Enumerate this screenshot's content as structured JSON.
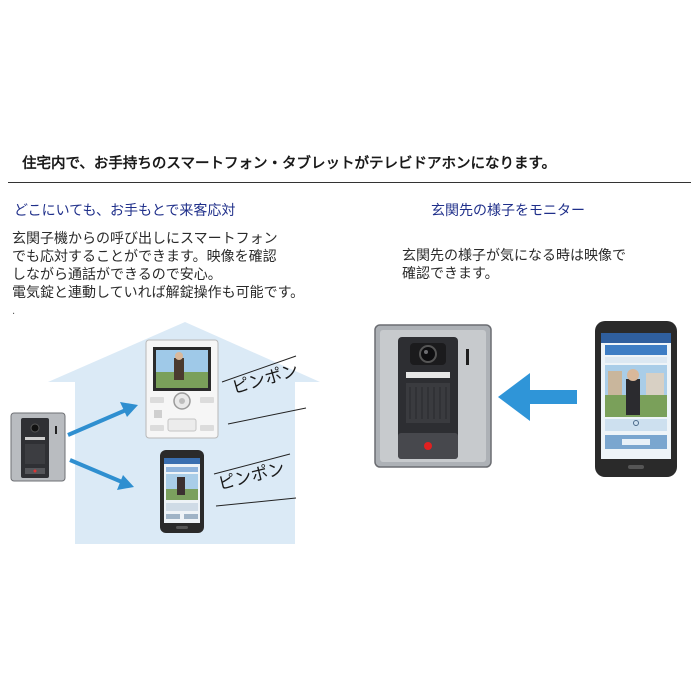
{
  "headline": "住宅内で、お手持ちのスマートフォン・タブレットがテレビドアホンになります。",
  "left": {
    "title": "どこにいても、お手もとで来客応対",
    "lines": [
      "玄関子機からの呼び出しにスマートフォン",
      "でも応対することができます。映像を確認",
      "しながら通話ができるので安心。",
      "電気錠と連動していれば解錠操作も可能です。"
    ],
    "note_mark": ".",
    "sound_top": "ピンポン",
    "sound_bottom": "ピンポン"
  },
  "right": {
    "title": "玄関先の様子をモニター",
    "lines": [
      "玄関先の様子が気になる時は映像で",
      "確認できます。"
    ]
  },
  "colors": {
    "title_blue": "#1f2f8a",
    "house_blue": "#dbeaf6",
    "arrow_blue": "#2f8fd0",
    "big_arrow_blue": "#2f95d8"
  },
  "icons": {
    "door_station": "door-station-icon",
    "indoor_monitor": "indoor-monitor-icon",
    "smartphone": "smartphone-icon",
    "arrow": "arrow-icon"
  }
}
